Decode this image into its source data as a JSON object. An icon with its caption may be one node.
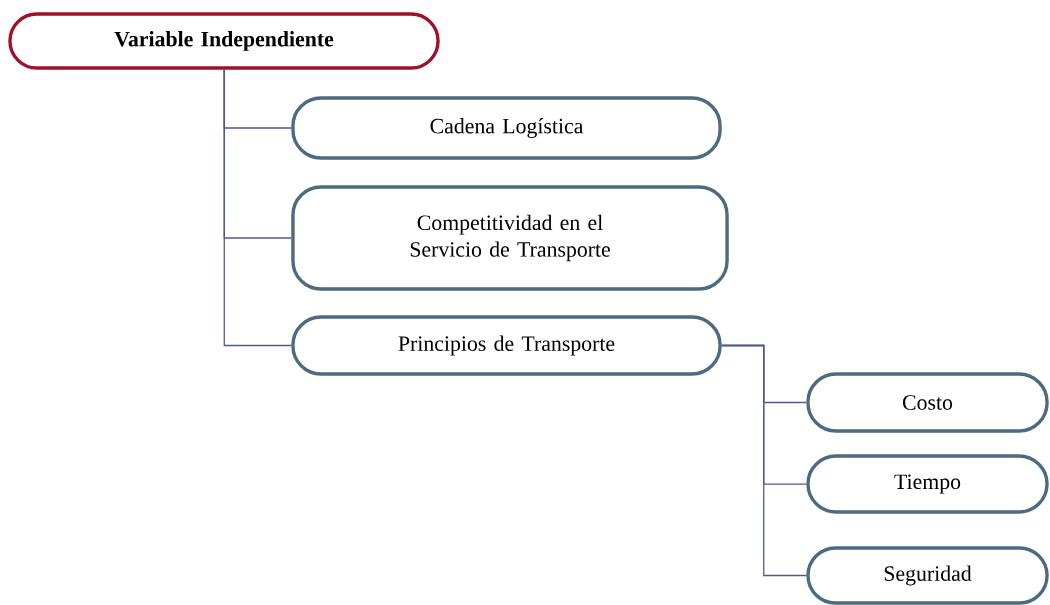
{
  "diagram": {
    "nodes": [
      {
        "text": [
          "Variable Independiente"
        ]
      },
      {
        "text": [
          "Cadena Logística"
        ]
      },
      {
        "text": [
          "Competitividad en el Servicio de Transporte"
        ]
      },
      {
        "text": [
          "Principios de Transporte"
        ]
      },
      {
        "text": [
          "Costo"
        ]
      },
      {
        "text": [
          "Tiempo"
        ]
      },
      {
        "text": [
          "Seguridad"
        ]
      }
    ],
    "edges": [
      {
        "from": 0,
        "to": 1,
        "arrow": "none"
      },
      {
        "from": 0,
        "to": 2,
        "arrow": "none"
      },
      {
        "from": 0,
        "to": 3,
        "arrow": "none"
      },
      {
        "from": 3,
        "to": 4,
        "arrow": "none"
      },
      {
        "from": 3,
        "to": 5,
        "arrow": "none"
      },
      {
        "from": 3,
        "to": 6,
        "arrow": "none"
      }
    ]
  }
}
